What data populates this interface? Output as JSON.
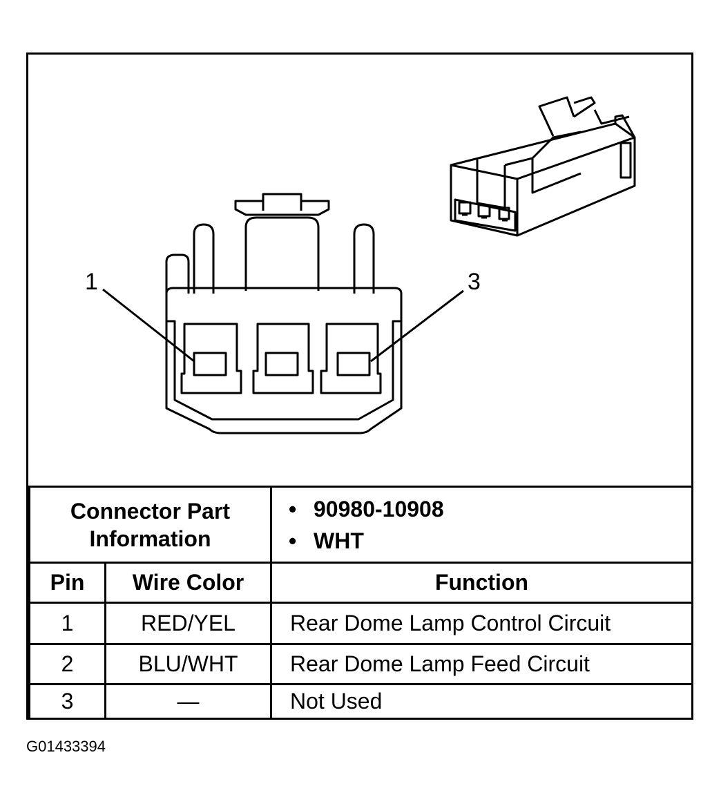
{
  "connector": {
    "pin_callouts": [
      "1",
      "3"
    ]
  },
  "table": {
    "part_info_label": "Connector Part Information",
    "part_info_values": [
      "90980-10908",
      "WHT"
    ],
    "headers": {
      "pin": "Pin",
      "wire_color": "Wire Color",
      "function": "Function"
    },
    "rows": [
      {
        "pin": "1",
        "wire_color": "RED/YEL",
        "function": "Rear Dome Lamp Control Circuit"
      },
      {
        "pin": "2",
        "wire_color": "BLU/WHT",
        "function": "Rear Dome Lamp Feed Circuit"
      },
      {
        "pin": "3",
        "wire_color": "—",
        "function": "Not Used"
      }
    ]
  },
  "figure_id": "G01433394"
}
